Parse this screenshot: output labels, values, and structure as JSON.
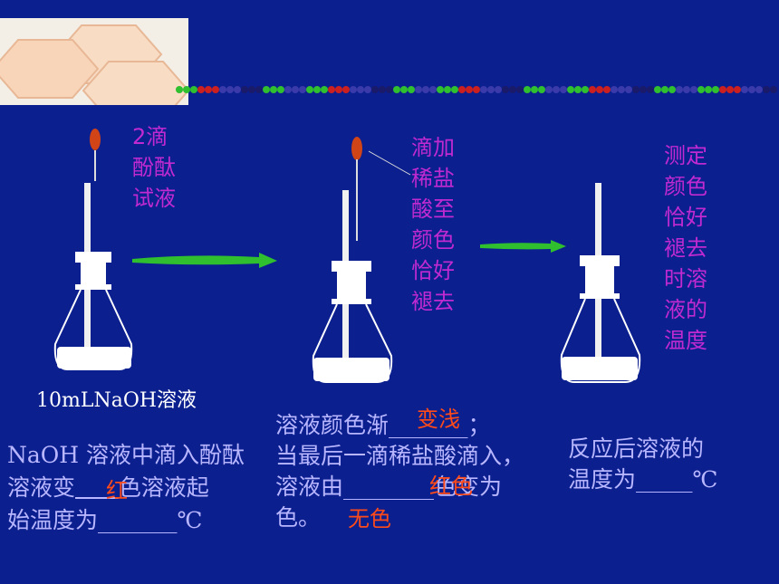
{
  "colors": {
    "background": "#0b1f8e",
    "label": "#c02ad0",
    "text": "#b8b6ff",
    "answer": "#ff4a1a",
    "arrow": "#2fbf2f"
  },
  "step1": {
    "dropper_label": "2滴\n酚酞\n试液",
    "flask_label": "10mLNaOH溶液"
  },
  "step2": {
    "dropper_label": "滴加\n稀盐\n酸至\n颜色\n恰好\n褪去"
  },
  "step3": {
    "label": "测定\n颜色\n恰好\n褪去\n时溶\n液的\n温度"
  },
  "q1": {
    "line1": "NaOH 溶液中滴入酚酞",
    "line2a": "溶液变",
    "line2b": "色溶液起",
    "line3": "始温度为_______℃",
    "answer_red": "红"
  },
  "q2": {
    "line1": "溶液颜色渐_______；",
    "line2": "当最后一滴稀盐酸滴入，",
    "line3": "溶液由________色变为",
    "line4": "色。",
    "answer_fade": "变浅",
    "answer_red": "红色",
    "answer_colorless": "无色"
  },
  "q3": {
    "line1": "反应后溶液的",
    "line2": "温度为_____℃"
  }
}
